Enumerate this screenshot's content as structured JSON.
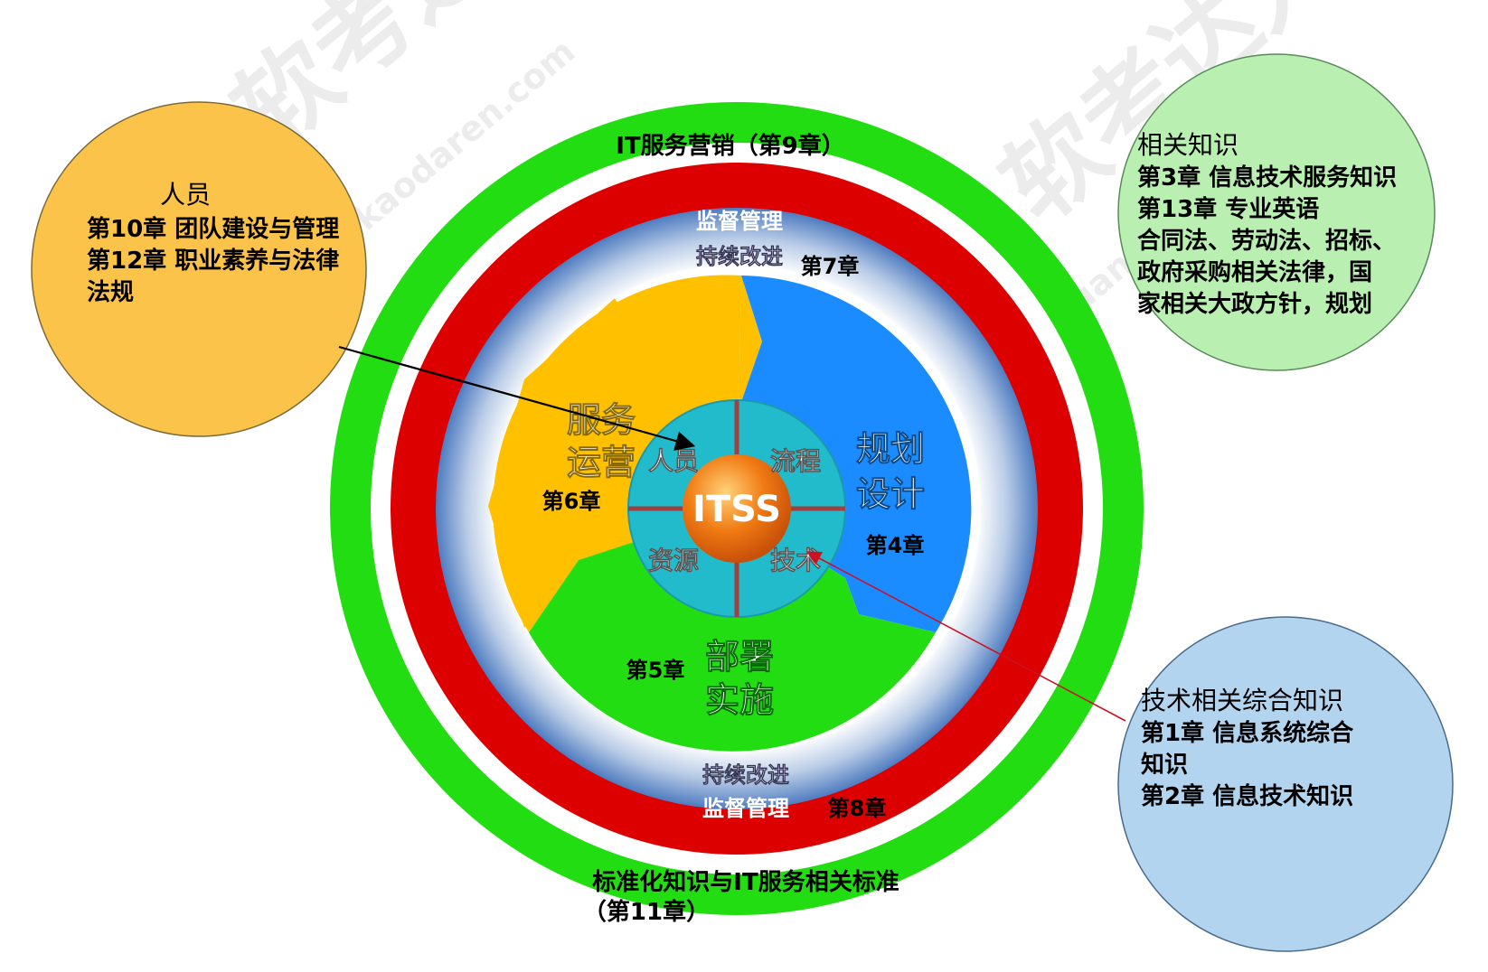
{
  "outer_ring": {
    "top_label": "IT服务营销（第9章）",
    "bottom_label_line1": "标准化知识与IT服务相关标准",
    "bottom_label_line2": "（第11章）",
    "color": "#22dd11"
  },
  "red_ring": {
    "top_label": "监督管理",
    "bottom_label": "监督管理",
    "bottom_chapter": "第8章",
    "color": "#dd0000"
  },
  "blue_ring": {
    "top_label": "持续改进",
    "top_chapter": "第7章",
    "bottom_label": "持续改进"
  },
  "segments": {
    "operation": {
      "line1": "服务",
      "line2": "运营",
      "chapter": "第6章",
      "color": "#ffc000"
    },
    "design": {
      "line1": "规划",
      "line2": "设计",
      "chapter": "第4章",
      "color": "#1a8cff"
    },
    "deploy": {
      "line1": "部署",
      "line2": "实施",
      "chapter": "第5章",
      "color": "#22dd11"
    }
  },
  "core": {
    "center": "ITSS",
    "quadrants": [
      "人员",
      "流程",
      "资源",
      "技术"
    ],
    "color": "#22bbcc"
  },
  "bubbles": {
    "people": {
      "title": "人员",
      "lines": [
        "第10章 团队建设与管理",
        "第12章 职业素养与法律",
        "法规"
      ],
      "color": "#fcc34a"
    },
    "related": {
      "title": "相关知识",
      "lines": [
        "第3章 信息技术服务知识",
        "第13章 专业英语",
        "合同法、劳动法、招标、",
        "政府采购相关法律，国",
        "家相关大政方针，规划"
      ],
      "color": "#b9f0b2"
    },
    "tech": {
      "title": "技术相关综合知识",
      "lines": [
        "第1章 信息系统综合",
        "知识",
        "第2章 信息技术知识"
      ],
      "color": "#b3d4ee"
    }
  },
  "watermark": {
    "text1": "软考达人",
    "text2": "ruankaodaren.com"
  }
}
